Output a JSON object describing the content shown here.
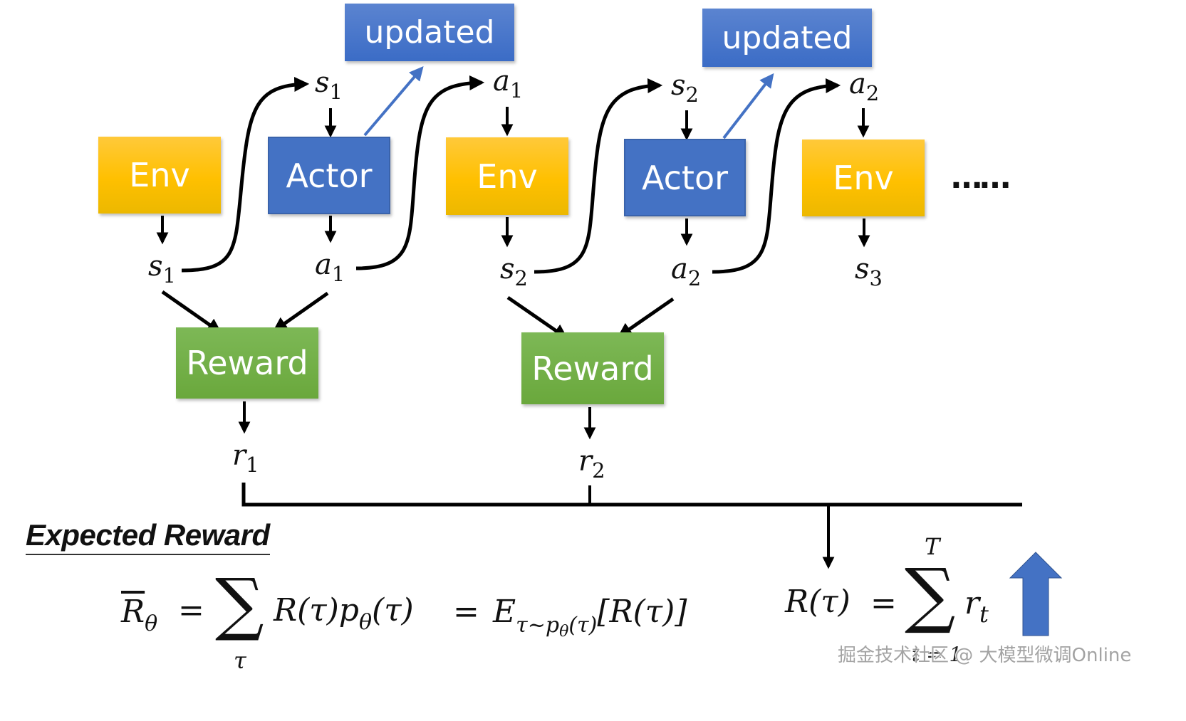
{
  "diagram": {
    "boxes": {
      "env_1": "Env",
      "env_2": "Env",
      "env_3": "Env",
      "actor_1": "Actor",
      "actor_2": "Actor",
      "updated_1": "updated",
      "updated_2": "updated",
      "reward_1": "Reward",
      "reward_2": "Reward"
    },
    "variables": {
      "s1_top": {
        "base": "s",
        "sub": "1"
      },
      "a1_top": {
        "base": "a",
        "sub": "1"
      },
      "s2_top": {
        "base": "s",
        "sub": "2"
      },
      "a2_top": {
        "base": "a",
        "sub": "2"
      },
      "s1_bottom": {
        "base": "s",
        "sub": "1"
      },
      "a1_bottom": {
        "base": "a",
        "sub": "1"
      },
      "s2_bottom": {
        "base": "s",
        "sub": "2"
      },
      "a2_bottom": {
        "base": "a",
        "sub": "2"
      },
      "s3_bottom": {
        "base": "s",
        "sub": "3"
      },
      "r1": {
        "base": "r",
        "sub": "1"
      },
      "r2": {
        "base": "r",
        "sub": "2"
      }
    },
    "continuation": "……",
    "colors": {
      "env": "#FFC000",
      "actor": "#4472C4",
      "updated": "#4472C4",
      "reward": "#70AD47",
      "update_arrow": "#4472C4",
      "big_arrow": "#4472C4"
    }
  },
  "expected_reward": {
    "title": "Expected Reward",
    "lhs_base": "R",
    "lhs_sub": "θ",
    "eq": "=",
    "sum_symbol": "∑",
    "sum_index": "τ",
    "term": "R(τ)p",
    "term_sub": "θ",
    "term_tail": "(τ)",
    "eq2": "=",
    "expect_base": "E",
    "expect_sub": "τ~p",
    "expect_sub_sub": "θ",
    "expect_sub_tail": "(τ)",
    "expect_arg": "[R(τ)]"
  },
  "total_reward": {
    "lhs": "R(τ)",
    "eq": "=",
    "sum_symbol": "∑",
    "upper": "T",
    "lower": "t = 1",
    "term_base": "r",
    "term_sub": "t"
  },
  "watermark": "掘金技术社区 @ 大模型微调Online"
}
